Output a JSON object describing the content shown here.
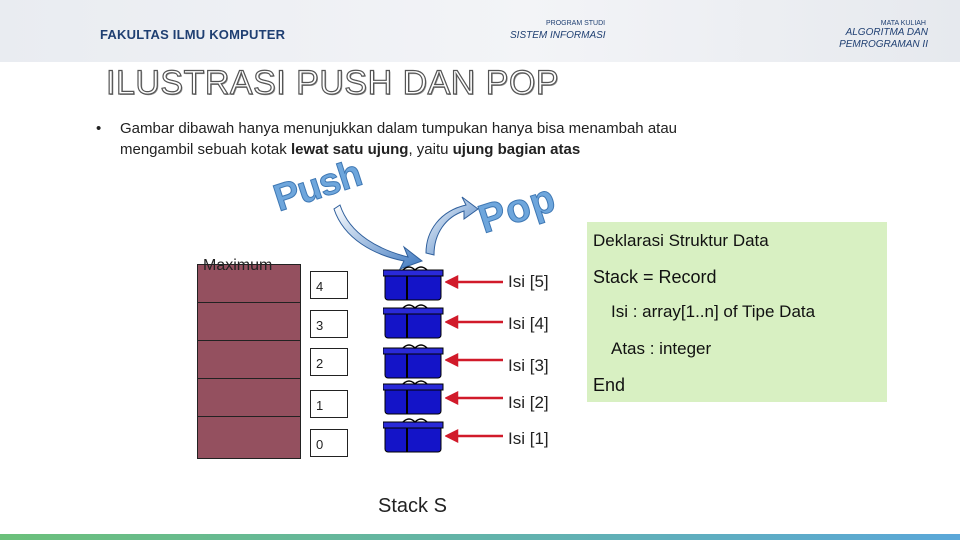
{
  "header": {
    "faculty": "FAKULTAS ILMU KOMPUTER",
    "program_label": "PROGRAM STUDI",
    "program_name": "SISTEM INFORMASI",
    "course_label": "MATA KULIAH",
    "course_name_line1": "ALGORITMA DAN",
    "course_name_line2": "PEMROGRAMAN II"
  },
  "slide": {
    "title": "ILUSTRASI PUSH DAN POP",
    "bullet_part1": "Gambar dibawah hanya menunjukkan dalam tumpukan hanya bisa menambah atau mengambil sebuah kotak ",
    "bullet_bold1": "lewat satu ujung",
    "bullet_part2": ", yaitu ",
    "bullet_bold2": "ujung bagian atas"
  },
  "diagram": {
    "push_word": "Push",
    "pop_word": "Pop",
    "maximum_label": "Maximum",
    "indices": [
      "4",
      "3",
      "2",
      "1",
      "0"
    ],
    "isi_labels": [
      "Isi [5]",
      "Isi [4]",
      "Isi [3]",
      "Isi [2]",
      "Isi [1]"
    ],
    "stack_label": "Stack S"
  },
  "declaration": {
    "heading": "Deklarasi Struktur Data",
    "line1": "Stack = Record",
    "line2": "Isi  : array[1..n] of Tipe Data",
    "line3": "Atas : integer",
    "line4": "End"
  },
  "colors": {
    "stack_fill": "#94505f",
    "box_fill": "#1414c8",
    "arrow": "#d11a2a",
    "push_pop_text": "#6ea6dc",
    "declaration_bg": "#d8f0c2",
    "header_text": "#1f3f72"
  }
}
